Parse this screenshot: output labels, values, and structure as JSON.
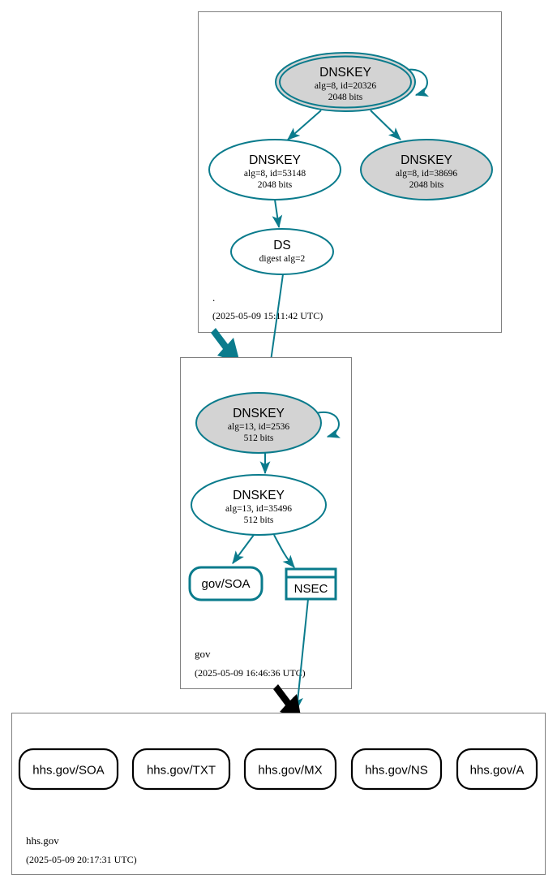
{
  "diagram": {
    "type": "dnssec-authentication-chain",
    "title_domain": "hhs.gov",
    "colors": {
      "secure_teal": "#0a7b8c",
      "node_gray_fill": "#d3d3d3",
      "node_white_fill": "#ffffff",
      "zone_border": "#808080",
      "rrset_black": "#000000"
    },
    "zones": [
      {
        "id": "root",
        "name": ".",
        "timestamp": "(2025-05-09 15:11:42 UTC)",
        "nodes": [
          {
            "id": "root-ksk-20326",
            "kind": "DNSKEY",
            "title": "DNSKEY",
            "line2": "alg=8, id=20326",
            "line3": "2048 bits",
            "fill": "gray",
            "double_border": true,
            "self_signed": true
          },
          {
            "id": "root-zsk-53148",
            "kind": "DNSKEY",
            "title": "DNSKEY",
            "line2": "alg=8, id=53148",
            "line3": "2048 bits",
            "fill": "white",
            "double_border": false,
            "self_signed": false
          },
          {
            "id": "root-key-38696",
            "kind": "DNSKEY",
            "title": "DNSKEY",
            "line2": "alg=8, id=38696",
            "line3": "2048 bits",
            "fill": "gray",
            "double_border": false,
            "self_signed": false
          },
          {
            "id": "root-ds",
            "kind": "DS",
            "title": "DS",
            "line2": "digest alg=2",
            "line3": "",
            "fill": "white",
            "double_border": false,
            "self_signed": false
          }
        ]
      },
      {
        "id": "gov",
        "name": "gov",
        "timestamp": "(2025-05-09 16:46:36 UTC)",
        "nodes": [
          {
            "id": "gov-ksk-2536",
            "kind": "DNSKEY",
            "title": "DNSKEY",
            "line2": "alg=13, id=2536",
            "line3": "512 bits",
            "fill": "gray",
            "double_border": false,
            "self_signed": true
          },
          {
            "id": "gov-zsk-35496",
            "kind": "DNSKEY",
            "title": "DNSKEY",
            "line2": "alg=13, id=35496",
            "line3": "512 bits",
            "fill": "white",
            "double_border": false,
            "self_signed": false
          },
          {
            "id": "gov-soa",
            "kind": "RRSET",
            "title": "gov/SOA",
            "line2": "",
            "line3": "",
            "fill": "white",
            "double_border": false,
            "self_signed": false
          },
          {
            "id": "gov-nsec",
            "kind": "NSEC",
            "title": "NSEC",
            "line2": "",
            "line3": "",
            "fill": "white",
            "double_border": false,
            "self_signed": false
          }
        ]
      },
      {
        "id": "hhsgov",
        "name": "hhs.gov",
        "timestamp": "(2025-05-09 20:17:31 UTC)",
        "nodes": [
          {
            "id": "hhs-soa",
            "kind": "RRSET",
            "title": "hhs.gov/SOA",
            "line2": "",
            "line3": "",
            "fill": "white",
            "double_border": false,
            "self_signed": false
          },
          {
            "id": "hhs-txt",
            "kind": "RRSET",
            "title": "hhs.gov/TXT",
            "line2": "",
            "line3": "",
            "fill": "white",
            "double_border": false,
            "self_signed": false
          },
          {
            "id": "hhs-mx",
            "kind": "RRSET",
            "title": "hhs.gov/MX",
            "line2": "",
            "line3": "",
            "fill": "white",
            "double_border": false,
            "self_signed": false
          },
          {
            "id": "hhs-ns",
            "kind": "RRSET",
            "title": "hhs.gov/NS",
            "line2": "",
            "line3": "",
            "fill": "white",
            "double_border": false,
            "self_signed": false
          },
          {
            "id": "hhs-a",
            "kind": "RRSET",
            "title": "hhs.gov/A",
            "line2": "",
            "line3": "",
            "fill": "white",
            "double_border": false,
            "self_signed": false
          }
        ]
      }
    ],
    "edges": [
      {
        "from": "root-ksk-20326",
        "to": "root-ksk-20326",
        "style": "self-loop",
        "color": "teal"
      },
      {
        "from": "root-ksk-20326",
        "to": "root-zsk-53148",
        "style": "signs",
        "color": "teal"
      },
      {
        "from": "root-ksk-20326",
        "to": "root-key-38696",
        "style": "signs",
        "color": "teal"
      },
      {
        "from": "root-zsk-53148",
        "to": "root-ds",
        "style": "signs",
        "color": "teal"
      },
      {
        "from": "root-ds",
        "to": "gov-ksk-2536",
        "style": "ds-to-dnskey",
        "color": "teal"
      },
      {
        "from": "root",
        "to": "gov",
        "style": "delegation",
        "color": "teal"
      },
      {
        "from": "gov-ksk-2536",
        "to": "gov-ksk-2536",
        "style": "self-loop",
        "color": "teal"
      },
      {
        "from": "gov-ksk-2536",
        "to": "gov-zsk-35496",
        "style": "signs",
        "color": "teal"
      },
      {
        "from": "gov-zsk-35496",
        "to": "gov-soa",
        "style": "signs",
        "color": "teal"
      },
      {
        "from": "gov-zsk-35496",
        "to": "gov-nsec",
        "style": "signs",
        "color": "teal"
      },
      {
        "from": "gov-nsec",
        "to": "hhsgov",
        "style": "insecure-proof",
        "color": "teal"
      },
      {
        "from": "gov",
        "to": "hhsgov",
        "style": "delegation",
        "color": "black"
      }
    ]
  }
}
